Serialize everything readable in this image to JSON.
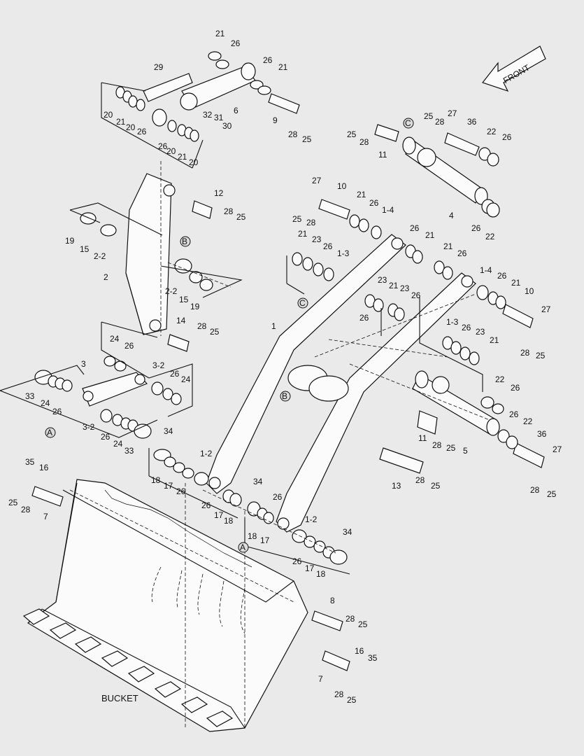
{
  "figure": {
    "bucket_label": "BUCKET",
    "front_label": "FRONT",
    "ref_a": "A",
    "ref_b": "B",
    "ref_c": "C"
  },
  "callouts": [
    "21",
    "26",
    "26",
    "21",
    "29",
    "6",
    "9",
    "28",
    "25",
    "20",
    "21",
    "20",
    "26",
    "32",
    "31",
    "30",
    "26",
    "20",
    "21",
    "20",
    "25",
    "27",
    "28",
    "36",
    "25",
    "28",
    "11",
    "22",
    "26",
    "4",
    "26",
    "22",
    "12",
    "28",
    "25",
    "19",
    "15",
    "2-2",
    "2",
    "2-2",
    "15",
    "19",
    "27",
    "10",
    "25",
    "28",
    "21",
    "26",
    "1-4",
    "21",
    "23",
    "26",
    "1-3",
    "26",
    "21",
    "21",
    "26",
    "23",
    "21",
    "23",
    "26",
    "26",
    "1",
    "1-4",
    "26",
    "21",
    "10",
    "27",
    "28",
    "25",
    "1-3",
    "26",
    "23",
    "21",
    "14",
    "28",
    "25",
    "24",
    "26",
    "3",
    "3-2",
    "26",
    "24",
    "33",
    "24",
    "26",
    "3-2",
    "26",
    "24",
    "33",
    "22",
    "26",
    "11",
    "28",
    "25",
    "5",
    "26",
    "22",
    "36",
    "27",
    "28",
    "25",
    "13",
    "28",
    "25",
    "35",
    "16",
    "25",
    "28",
    "7",
    "34",
    "1-2",
    "18",
    "17",
    "26",
    "34",
    "26",
    "17",
    "18",
    "26",
    "18",
    "17",
    "1-2",
    "34",
    "26",
    "17",
    "18",
    "8",
    "28",
    "25",
    "16",
    "35",
    "7",
    "28",
    "25"
  ]
}
